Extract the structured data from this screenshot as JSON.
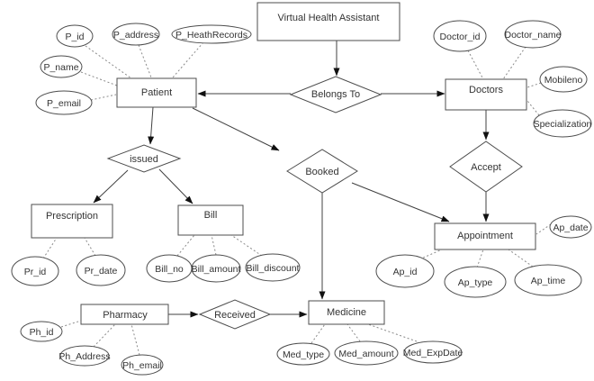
{
  "diagram": {
    "background": "#ffffff",
    "colors": {
      "shape_stroke": "#4d4d4d",
      "connector": "#404040",
      "dashed_connector": "#8a8a8a",
      "text": "#333333",
      "arrowhead": "#111111"
    },
    "entities": {
      "vha": "Virtual Health Assistant",
      "patient": "Patient",
      "doctors": "Doctors",
      "prescription": "Prescription",
      "bill": "Bill",
      "appointment": "Appointment",
      "pharmacy": "Pharmacy",
      "medicine": "Medicine"
    },
    "relationships": {
      "belongs_to": "Belongs To",
      "issued": "issued",
      "booked": "Booked",
      "accept": "Accept",
      "received": "Received"
    },
    "attributes": {
      "p_id": "P_id",
      "p_address": "P_address",
      "p_heathrecords": "P_HeathRecords",
      "p_name": "P_name",
      "p_email": "P_email",
      "doctor_id": "Doctor_id",
      "doctor_name": "Doctor_name",
      "mobileno": "Mobileno",
      "specialization": "Specialization",
      "pr_id": "Pr_id",
      "pr_date": "Pr_date",
      "bill_no": "Bill_no",
      "bill_amount": "Bill_amount",
      "bill_discount": "Bill_discount",
      "ap_id": "Ap_id",
      "ap_type": "Ap_type",
      "ap_time": "Ap_time",
      "ap_date": "Ap_date",
      "ph_id": "Ph_id",
      "ph_address": "Ph_Address",
      "ph_email": "Ph_email",
      "med_type": "Med_type",
      "med_amount": "Med_amount",
      "med_expdate": "Med_ExpDate"
    }
  }
}
